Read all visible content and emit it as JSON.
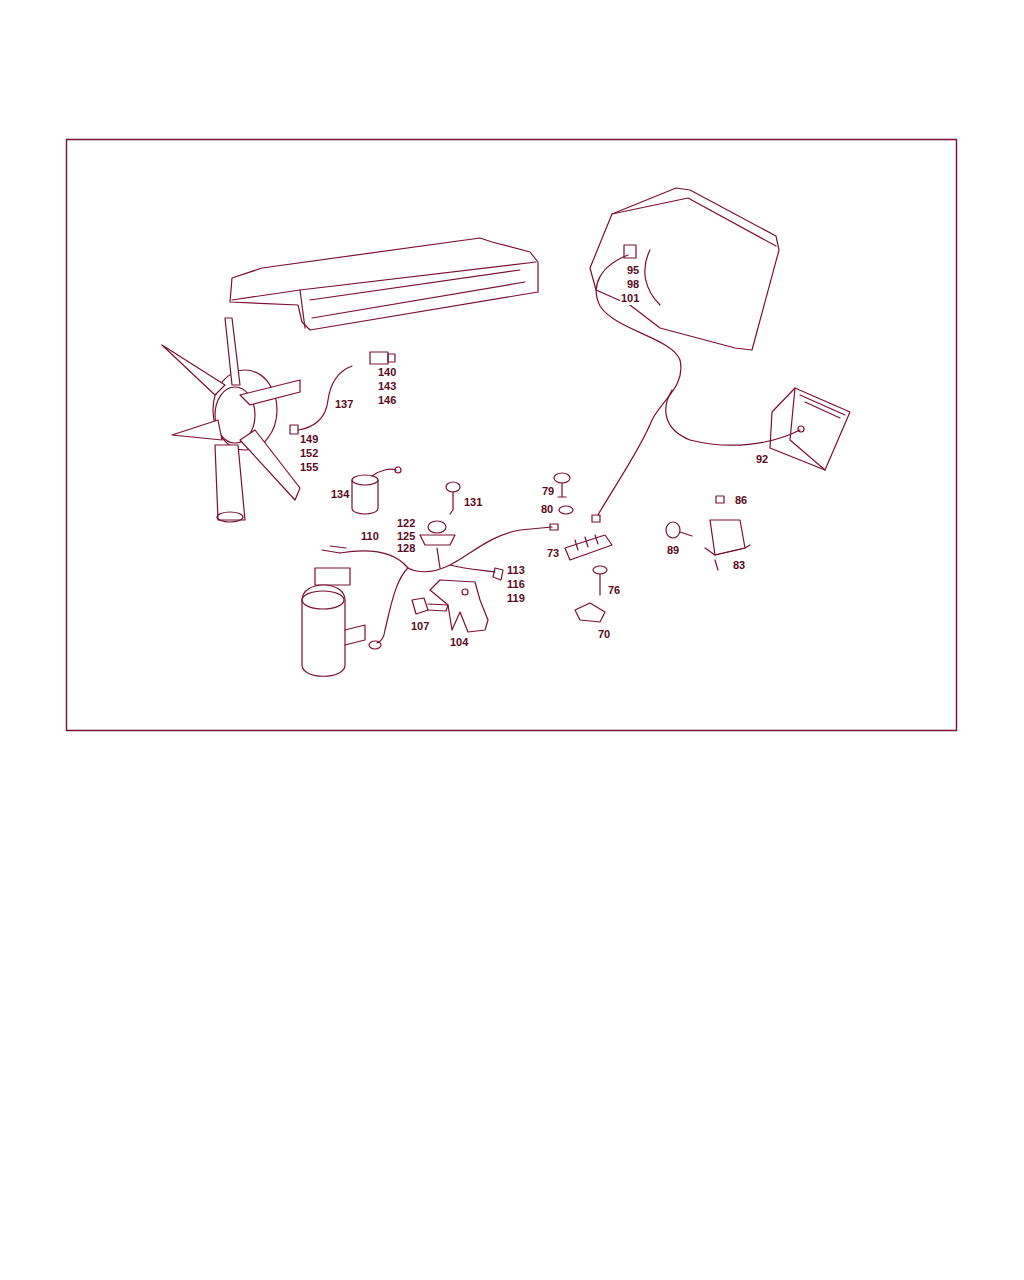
{
  "diagram": {
    "labels": [
      "95",
      "98",
      "101",
      "140",
      "143",
      "146",
      "137",
      "149",
      "152",
      "155",
      "92",
      "134",
      "131",
      "79",
      "80",
      "86",
      "122",
      "125",
      "128",
      "110",
      "73",
      "89",
      "83",
      "113",
      "116",
      "119",
      "76",
      "107",
      "104",
      "70"
    ]
  }
}
